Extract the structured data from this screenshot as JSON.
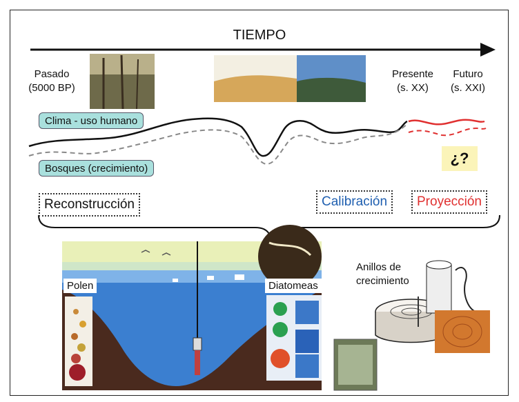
{
  "title": "TIEMPO",
  "timeline": {
    "past_line1": "Pasado",
    "past_line2": "(5000 BP)",
    "present_line1": "Presente",
    "present_line2": "(s. XX)",
    "future_line1": "Futuro",
    "future_line2": "(s. XXI)"
  },
  "curves": {
    "climate_label": "Clima - uso humano",
    "forest_label": "Bosques (crecimiento)",
    "question": "¿?"
  },
  "phases": {
    "reconstruction": "Reconstrucción",
    "calibration": "Calibración",
    "projection": "Proyección"
  },
  "proxies": {
    "pollen": "Polen",
    "diatoms": "Diatomeas",
    "rings_line1": "Anillos de",
    "rings_line2": "crecimiento"
  },
  "colors": {
    "calibration": "#1f5fb0",
    "projection": "#e03030",
    "tag_fill": "#a9e0dd",
    "question_fill": "#fbf4b9"
  }
}
